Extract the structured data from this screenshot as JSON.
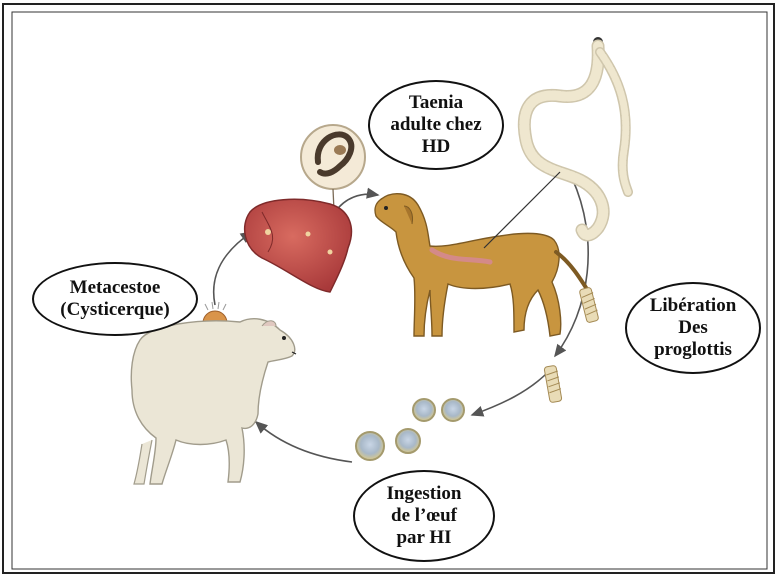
{
  "labels": {
    "taenia": {
      "line1": "Taenia",
      "line2": "adulte chez",
      "line3": "HD"
    },
    "metacestode": {
      "line1": "Metacestoe",
      "line2": "(Cysticerque)"
    },
    "liberation": {
      "line1": "Libération",
      "line2": "Des",
      "line3": "proglottis"
    },
    "ingestion": {
      "line1": "Ingestion",
      "line2": "de l’œuf",
      "line3": "par HI"
    }
  },
  "colors": {
    "frame": "#222222",
    "arrow": "#555555",
    "dog": "#c8953f",
    "sheep": "#ebe6d6",
    "liver": "#c24d45",
    "tapeworm": "#efe7cf",
    "egg": "#d9d2a8"
  },
  "icons": [
    "dog-illustration",
    "sheep-illustration",
    "liver-illustration",
    "tapeworm-illustration",
    "egg-icon",
    "proglottid-icon",
    "cysticercus-icon"
  ]
}
